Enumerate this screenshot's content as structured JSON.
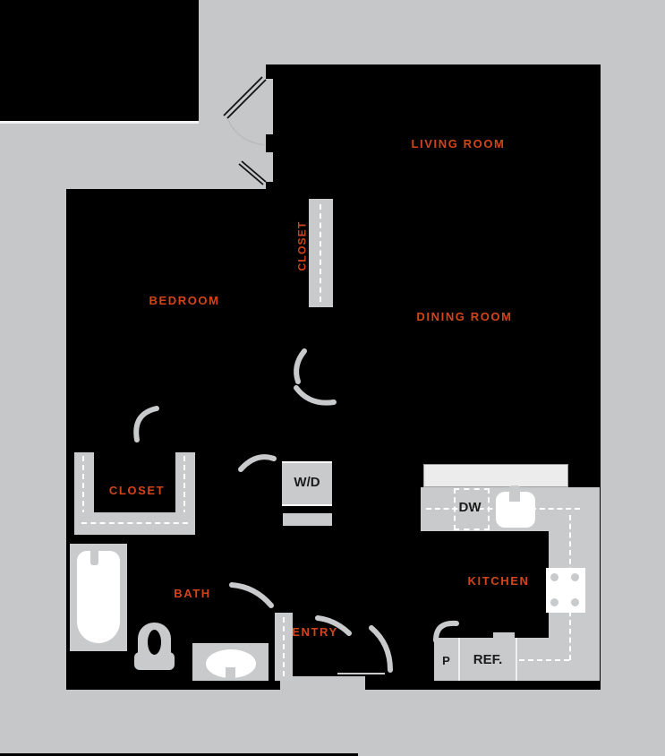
{
  "plan": {
    "type": "apartment-floor-plan",
    "labels": {
      "living_room": "LIVING ROOM",
      "dining_room": "DINING ROOM",
      "bedroom": "BEDROOM",
      "bedroom_closet": "CLOSET",
      "hall_closet": "CLOSET",
      "bath": "BATH",
      "entry": "ENTRY",
      "kitchen": "KITCHEN"
    },
    "appliances": {
      "washer_dryer": "W/D",
      "dishwasher": "DW",
      "refrigerator": "REF.",
      "pantry": "P"
    },
    "colors": {
      "background_gray": "#c6c7c8",
      "unit_black": "#000000",
      "fixture_gray": "#c9cacb",
      "label_orange": "#d2451a",
      "fixture_white": "#ffffff",
      "appliance_text": "#1b1b1b"
    }
  }
}
